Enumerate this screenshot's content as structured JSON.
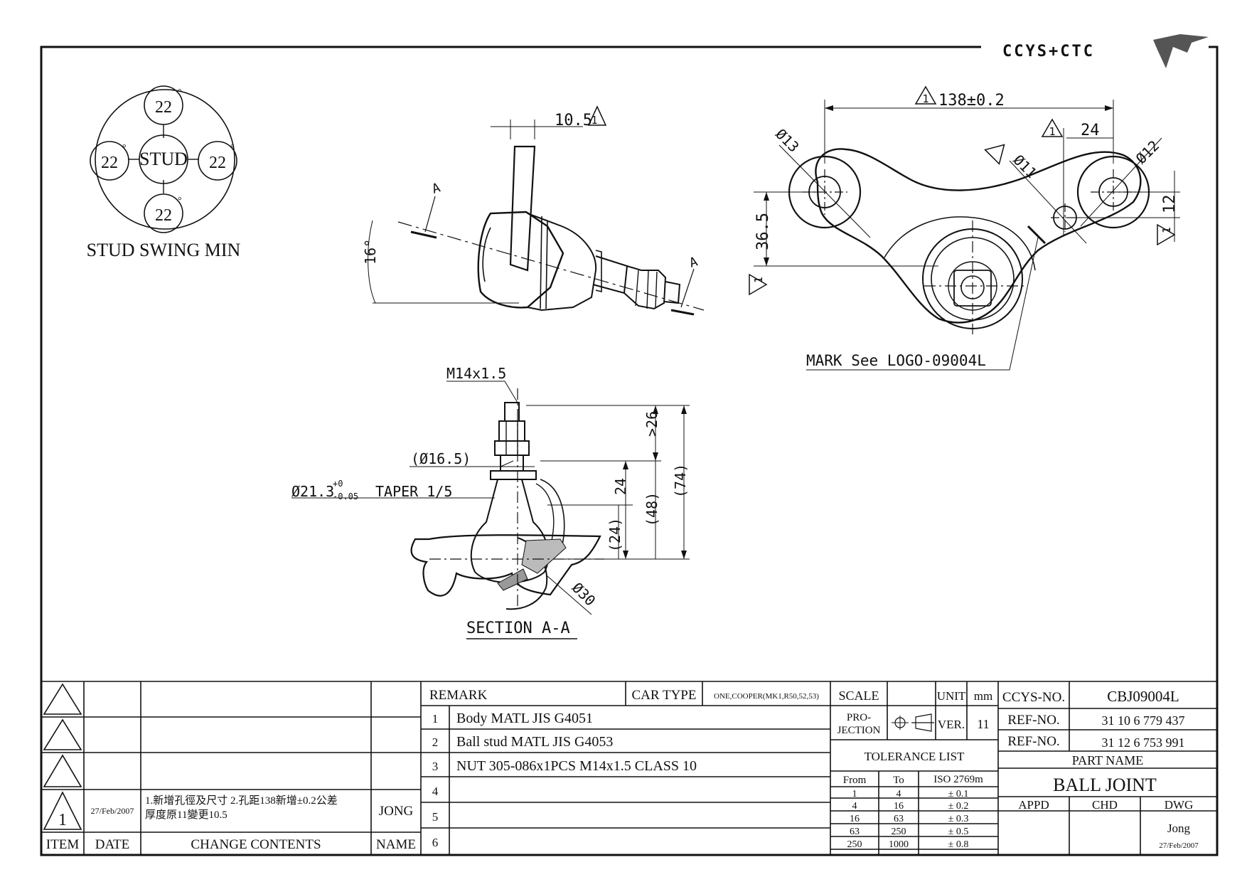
{
  "logo": {
    "text": "CCYS+CTC"
  },
  "swing": {
    "center": "STUD",
    "top": "22",
    "left": "22",
    "right": "22",
    "bottom": "22",
    "degree": "°",
    "caption": "STUD SWING MIN"
  },
  "side_view": {
    "dim_offset": "10.5",
    "angle": "16°",
    "cut_mark_a": "A",
    "cut_mark_b": "A",
    "rev_mark": "1"
  },
  "section": {
    "thread": "M14x1.5",
    "dia_small": "(Ø16.5)",
    "dia_taper_base": "Ø21.3",
    "dia_taper_tol_upper": "+0",
    "dia_taper_tol_lower": "-0.05",
    "dia_taper_rest": "TAPER 1/5",
    "dim_26": ">26",
    "dim_24": "24",
    "dim_48": "(48)",
    "dim_24b": "(24)",
    "dim_74": "(74)",
    "ball_dia": "Ø30",
    "title": "SECTION A-A"
  },
  "top_view": {
    "center_dist": "138±0.2",
    "offset_24": "24",
    "hole_13": "Ø13",
    "hole_11": "Ø11",
    "hole_12": "Ø12",
    "dim_36_5": "36.5",
    "dim_12": "12",
    "mark_note": "MARK See LOGO-09004L",
    "rev_mark": "1"
  },
  "revisions": {
    "header": {
      "item": "ITEM",
      "date": "DATE",
      "contents": "CHANGE CONTENTS",
      "name": "NAME"
    },
    "rows": [
      {
        "item": "1",
        "date": "27/Feb/2007",
        "line1": "1.新增孔徑及尺寸 2.孔距138新增±0.2公差",
        "line2": "厚度原11變更10.5",
        "name": "JONG"
      }
    ]
  },
  "remark": {
    "header": "REMARK",
    "car_type_label": "CAR TYPE",
    "car_type": "ONE,COOPER(MK1,R50,52,53)",
    "rows": [
      {
        "no": "1",
        "text": "Body MATL JIS G4051"
      },
      {
        "no": "2",
        "text": "Ball stud MATL JIS G4053"
      },
      {
        "no": "3",
        "text": "NUT 305-086x1PCS M14x1.5 CLASS 10"
      },
      {
        "no": "4",
        "text": ""
      },
      {
        "no": "5",
        "text": ""
      },
      {
        "no": "6",
        "text": ""
      }
    ]
  },
  "scale": {
    "label": "SCALE",
    "unit_label": "UNIT",
    "unit": "mm",
    "projection_l1": "PRO-",
    "projection_l2": "JECTION",
    "ver_label": "VER.",
    "ver": "11"
  },
  "tolerance": {
    "title": "TOLERANCE LIST",
    "headers": [
      "From",
      "To",
      "ISO 2769m"
    ],
    "rows": [
      [
        "1",
        "4",
        "± 0.1"
      ],
      [
        "4",
        "16",
        "± 0.2"
      ],
      [
        "16",
        "63",
        "± 0.3"
      ],
      [
        "63",
        "250",
        "± 0.5"
      ],
      [
        "250",
        "1000",
        "± 0.8"
      ]
    ]
  },
  "title_block": {
    "ccys_label": "CCYS-NO.",
    "ccys_no": "CBJ09004L",
    "ref1_label": "REF-NO.",
    "ref1": "31 10 6 779 437",
    "ref2_label": "REF-NO.",
    "ref2": "31 12 6 753 991",
    "part_name_label": "PART NAME",
    "part_name": "BALL JOINT",
    "appd": "APPD",
    "chd": "CHD",
    "dwg": "DWG",
    "drawn_by": "Jong",
    "drawn_date": "27/Feb/2007"
  }
}
